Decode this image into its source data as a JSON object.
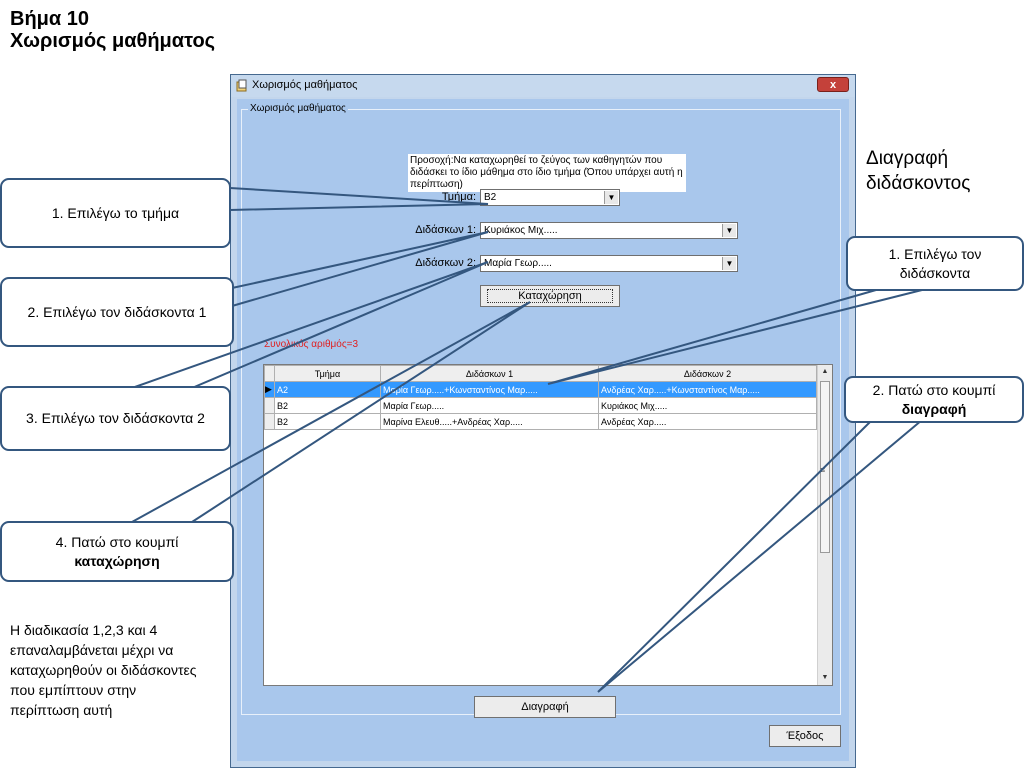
{
  "slide": {
    "step": "Βήμα 10",
    "title": "Χωρισμός μαθήματος",
    "side_heading": "Διαγραφή διδάσκοντος",
    "note": "Η διαδικασία 1,2,3 και 4 επαναλαμβάνεται μέχρι να καταχωρηθούν οι διδάσκοντες που εμπίπτουν στην περίπτωση αυτή"
  },
  "callouts": {
    "c1": "1. Επιλέγω το τμήμα",
    "c2": "2. Επιλέγω τον διδάσκοντα 1",
    "c3": "3. Επιλέγω τον διδάσκοντα 2",
    "c4_line1": "4. Πατώ στο κουμπί",
    "c4_bold": "καταχώρηση",
    "r1": "1. Επιλέγω τον διδάσκοντα",
    "r2_line1": "2. Πατώ στο κουμπί",
    "r2_bold": "διαγραφή"
  },
  "window": {
    "title": "Χωρισμός μαθήματος",
    "close_label": "x",
    "group_label": "Χωρισμός μαθήματος",
    "warning": "Προσοχή:Να καταχωρηθεί το ζεύγος των καθηγητών που διδάσκει το ίδιο μάθημα στο ίδιο τμήμα (Όπου υπάρχει αυτή η περίπτωση)",
    "form": {
      "class_label": "Τμήμα:",
      "class_value": "B2",
      "teacher1_label": "Διδάσκων 1:",
      "teacher1_value": "Κυριάκος Μιχ.....",
      "teacher2_label": "Διδάσκων 2:",
      "teacher2_value": "Μαρία Γεωρ.....",
      "register_label": "Καταχώρηση"
    },
    "total": "Συνολικός αριθμός=3",
    "grid": {
      "columns": [
        "Τμήμα",
        "Διδάσκων 1",
        "Διδάσκων 2"
      ],
      "rows": [
        {
          "class": "A2",
          "t1": "Μαρία Γεωρ.....+Κωνσταντίνος Μαρ.....",
          "t2": "Ανδρέας Χαρ.....+Κωνσταντίνος Μαρ....."
        },
        {
          "class": "B2",
          "t1": "Μαρία Γεωρ.....",
          "t2": "Κυριάκος Μιχ....."
        },
        {
          "class": "B2",
          "t1": "Μαρίνα Ελευθ.....+Ανδρέας Χαρ.....",
          "t2": "Ανδρέας Χαρ....."
        }
      ],
      "selected_row": 0
    },
    "delete_label": "Διαγραφή",
    "exit_label": "Έξοδος"
  },
  "colors": {
    "callout_border": "#34577f",
    "selection": "#3399ff",
    "form_background": "#a9c7ec"
  }
}
